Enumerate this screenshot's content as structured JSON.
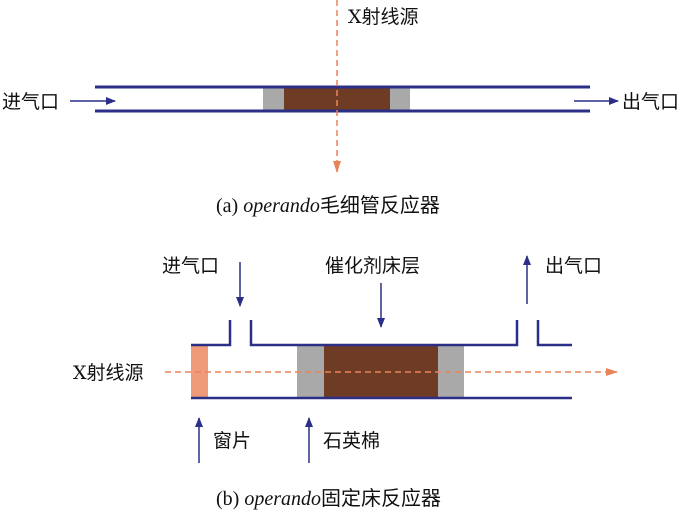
{
  "colors": {
    "tube": "#2b2f88",
    "xray": "#e8845a",
    "catalyst": "#6e3b24",
    "quartz_wool": "#a9a9a9",
    "window": "#ef9a78"
  },
  "panel_a": {
    "xray_source": "X射线源",
    "inlet": "进气口",
    "outlet": "出气口",
    "caption_prefix": "(a) ",
    "caption_italic": "operando",
    "caption_suffix": "毛细管反应器"
  },
  "panel_b": {
    "inlet": "进气口",
    "catalyst_bed": "催化剂床层",
    "outlet": "出气口",
    "xray_source": "X射线源",
    "window": "窗片",
    "quartz_wool": "石英棉",
    "caption_prefix": "(b) ",
    "caption_italic": "operando",
    "caption_suffix": "固定床反应器"
  }
}
